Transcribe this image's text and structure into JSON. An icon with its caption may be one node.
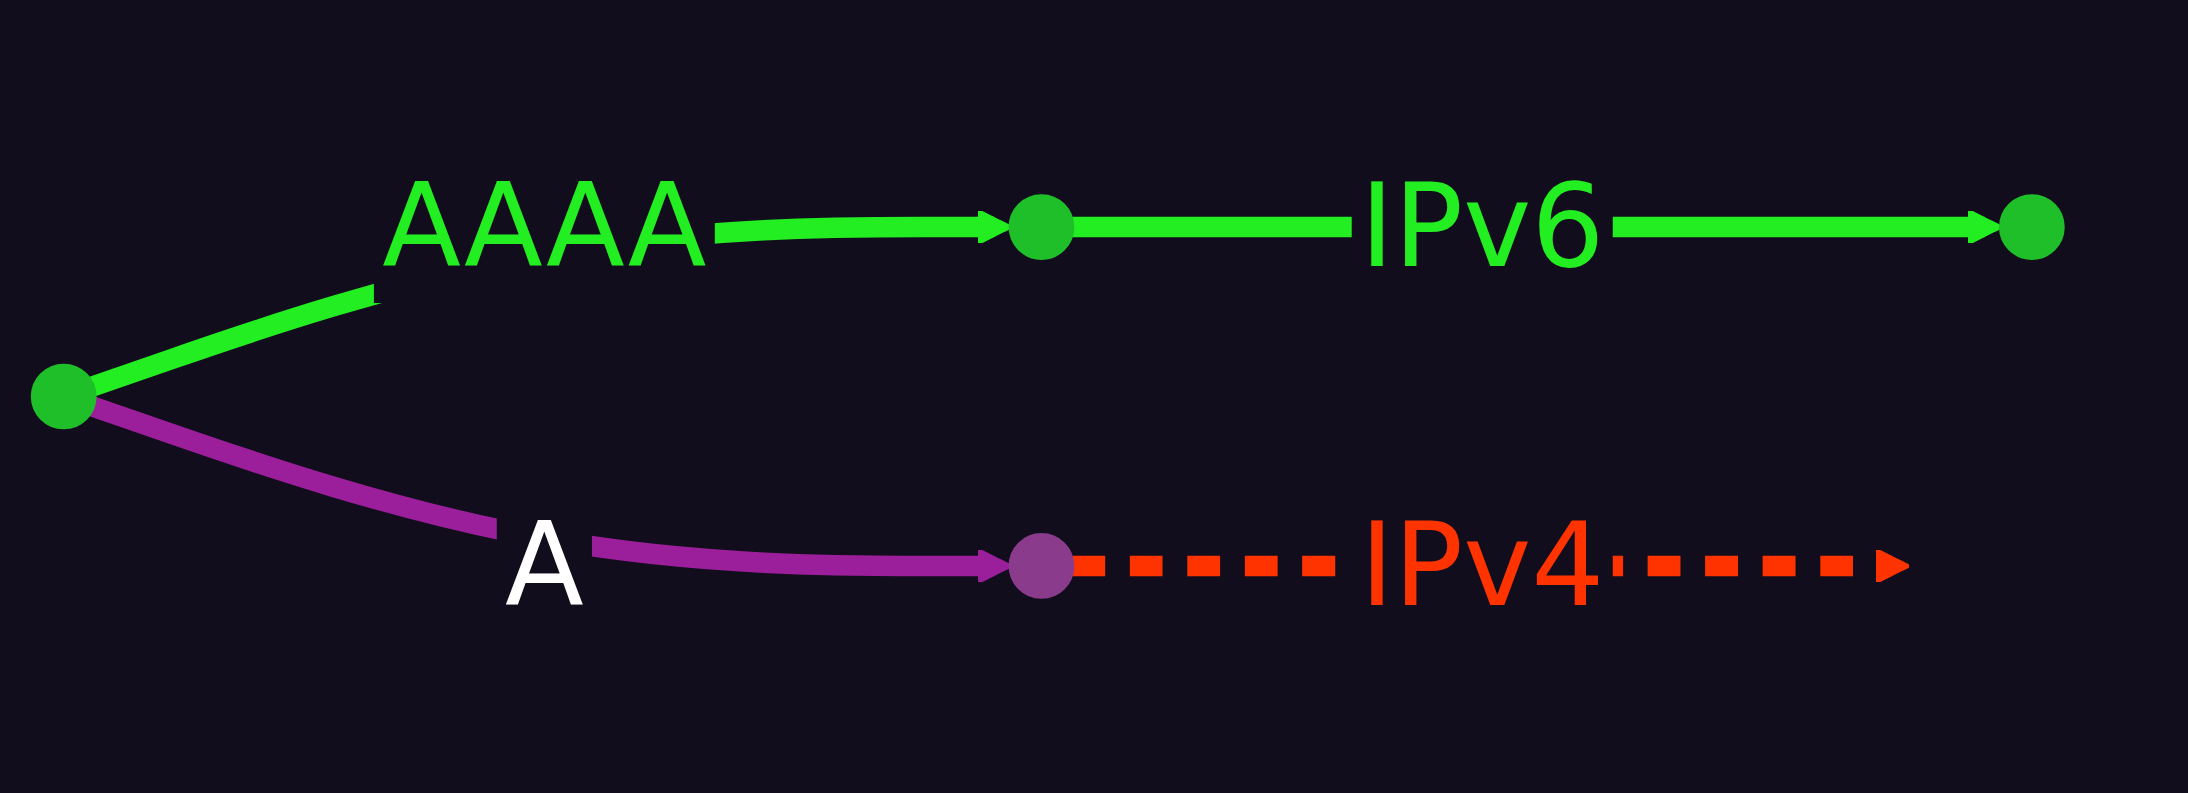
{
  "diagram": {
    "nodes": [
      {
        "text": [],
        "shape": "circle"
      },
      {
        "text": [],
        "shape": "circle"
      },
      {
        "text": [],
        "shape": "circle"
      },
      {
        "text": [],
        "shape": "circle"
      }
    ],
    "edges": [
      {
        "from": 0,
        "to": 1,
        "arrow": "to",
        "label": "AAAA"
      },
      {
        "from": 0,
        "to": 3,
        "arrow": "to",
        "label": "A",
        "color": "#9b1f9b"
      },
      {
        "from": 1,
        "to": 2,
        "arrow": "to",
        "label": "IPv6"
      },
      {
        "from": 3,
        "to": null,
        "arrow": "to",
        "label": "IPv4",
        "style": "dashed",
        "color": "#ff3300"
      }
    ]
  }
}
